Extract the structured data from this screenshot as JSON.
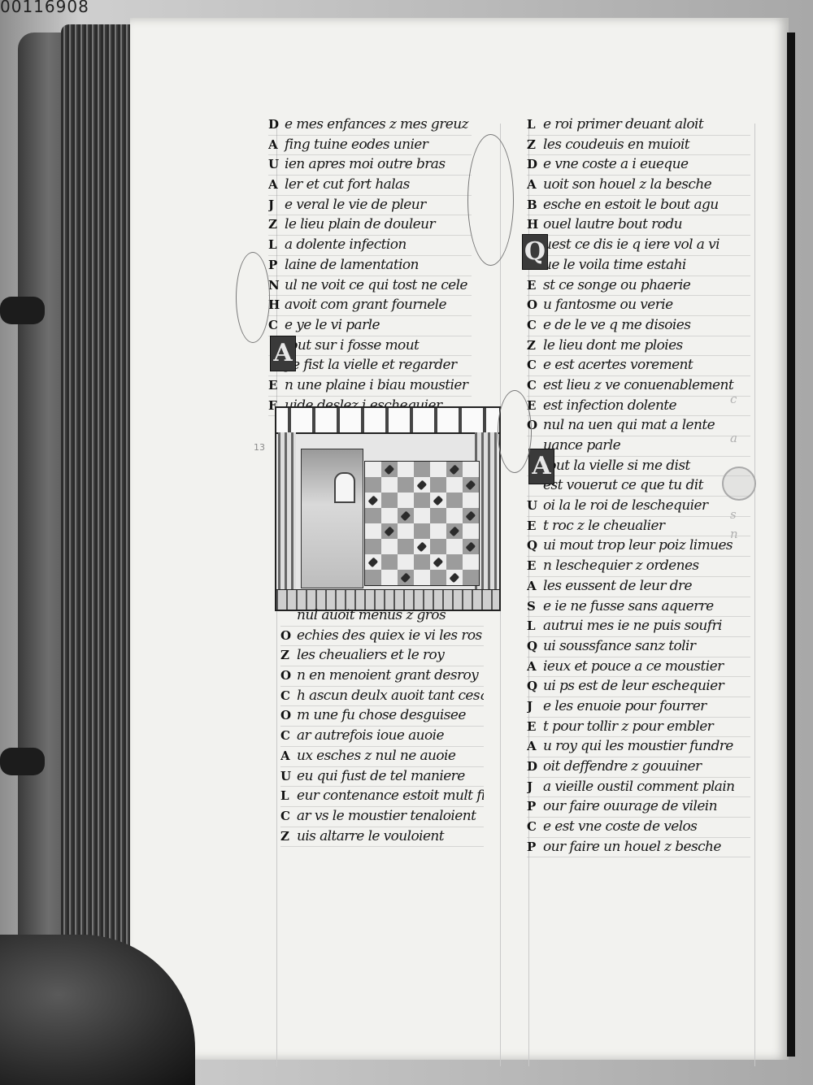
{
  "shelfmark": "00116908",
  "left_column": {
    "lines": [
      {
        "initial": "D",
        "text": "e mes enfances z mes greuz"
      },
      {
        "initial": "A",
        "text": "fing tuine eodes unier"
      },
      {
        "initial": "U",
        "text": "ien apres moi outre bras"
      },
      {
        "initial": "A",
        "text": "ler et cut fort halas"
      },
      {
        "initial": "J",
        "text": "e veral le vie de pleur"
      },
      {
        "initial": "Z",
        "text": "le lieu plain de douleur"
      },
      {
        "initial": "L",
        "text": "a dolente infection"
      },
      {
        "initial": "P",
        "text": "laine de lamentation"
      },
      {
        "initial": "N",
        "text": "ul ne voit ce qui tost ne cele"
      },
      {
        "initial": "H",
        "text": "avoit com grant fournele"
      },
      {
        "initial": "C",
        "text": "e ye le vi parle"
      },
      {
        "initial": "",
        "text": "tout sur i fosse mout"
      },
      {
        "initial": "",
        "text": "ye fist la vielle et regarder"
      },
      {
        "initial": "E",
        "text": "n une plaine i biau moustier"
      },
      {
        "initial": "F",
        "text": "uide deslez i eschequier"
      }
    ],
    "lines_after": [
      {
        "initial": "",
        "text": "nul auoit menus z gros"
      },
      {
        "initial": "O",
        "text": "echies des quiex ie vi les ros"
      },
      {
        "initial": "Z",
        "text": "les cheualiers et le roy"
      },
      {
        "initial": "O",
        "text": "n en menoient grant desroy"
      },
      {
        "initial": "C",
        "text": "h ascun deulx auoit tant cesque"
      },
      {
        "initial": "O",
        "text": "m une fu chose desguisee"
      },
      {
        "initial": "C",
        "text": "ar autrefois ioue auoie"
      },
      {
        "initial": "A",
        "text": "ux esches z nul ne auoie"
      },
      {
        "initial": "U",
        "text": "eu qui fust de tel maniere"
      },
      {
        "initial": "L",
        "text": "eur contenance estoit mult fiere"
      },
      {
        "initial": "C",
        "text": "ar vs le moustier tenaloient"
      },
      {
        "initial": "Z",
        "text": "uis altarre le vouloient"
      }
    ]
  },
  "right_column": {
    "lines": [
      {
        "initial": "L",
        "text": "e roi primer deuant aloit"
      },
      {
        "initial": "Z",
        "text": "les coudeuis en muioit"
      },
      {
        "initial": "D",
        "text": "e vne coste a i eueque"
      },
      {
        "initial": "A",
        "text": "uoit son houel z la besche"
      },
      {
        "initial": "B",
        "text": "esche en estoit le bout agu"
      },
      {
        "initial": "H",
        "text": "ouel lautre bout rodu"
      },
      {
        "initial": "Q",
        "text": "uest ce dis ie q iere vol a vi"
      },
      {
        "initial": "",
        "text": "ue le voila time estahi"
      },
      {
        "initial": "E",
        "text": "st ce songe ou phaerie"
      },
      {
        "initial": "O",
        "text": "u fantosme ou verie"
      },
      {
        "initial": "C",
        "text": "e de le ve q me disoies"
      },
      {
        "initial": "Z",
        "text": "le lieu dont me ploies"
      },
      {
        "initial": "C",
        "text": "e est acertes vorement"
      },
      {
        "initial": "C",
        "text": "est lieu z ve conuenablement"
      },
      {
        "initial": "E",
        "text": "est infection dolente"
      },
      {
        "initial": "O",
        "text": "nul na uen qui mat a lente"
      },
      {
        "initial": "",
        "text": "uance parle"
      },
      {
        "initial": "",
        "text": "tout la vielle si me dist"
      },
      {
        "initial": "",
        "text": "est vouerut ce que tu dit"
      },
      {
        "initial": "U",
        "text": "oi la le roi de leschequier"
      },
      {
        "initial": "E",
        "text": "t roc z le cheualier"
      },
      {
        "initial": "Q",
        "text": "ui mout trop leur poiz limues"
      },
      {
        "initial": "E",
        "text": "n leschequier z ordenes"
      },
      {
        "initial": "A",
        "text": "les eussent de leur dre"
      },
      {
        "initial": "S",
        "text": "e ie ne fusse sans aquerre"
      },
      {
        "initial": "L",
        "text": "autrui mes ie ne puis soufri"
      },
      {
        "initial": "Q",
        "text": "ui soussfance sanz tolir"
      },
      {
        "initial": "A",
        "text": "ieux et pouce a ce moustier"
      },
      {
        "initial": "Q",
        "text": "ui ps est de leur eschequier"
      },
      {
        "initial": "J",
        "text": "e les enuoie pour fourrer"
      },
      {
        "initial": "E",
        "text": "t pour tollir z pour embler"
      },
      {
        "initial": "A",
        "text": "u roy qui les moustier fundre"
      },
      {
        "initial": "D",
        "text": "oit deffendre z gouuiner"
      },
      {
        "initial": "J",
        "text": "a vieille oustil comment plain"
      },
      {
        "initial": "P",
        "text": "our faire ouurage de vilein"
      },
      {
        "initial": "C",
        "text": "e est vne coste de velos"
      },
      {
        "initial": "P",
        "text": "our faire un houel z besche"
      }
    ]
  },
  "margin_marks": {
    "left_numeral": "13"
  },
  "cutoff_fragments": [
    "c",
    "a",
    "s",
    "n"
  ],
  "big_initials": [
    "A",
    "Q",
    "A"
  ],
  "chessboard": {
    "columns": 7,
    "rows": 8,
    "pieces": 16
  }
}
